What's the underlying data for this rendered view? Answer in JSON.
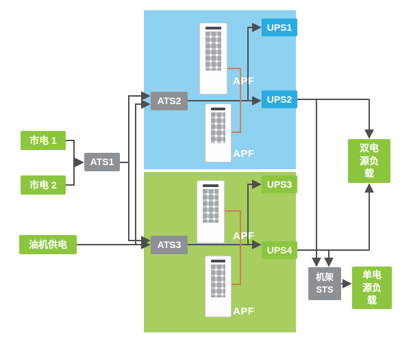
{
  "diagram": {
    "sources": {
      "mains1": "市电 1",
      "mains2": "市电 2",
      "generator": "油机供电"
    },
    "ats": {
      "ats1": "ATS1",
      "ats2": "ATS2",
      "ats3": "ATS3"
    },
    "ups": {
      "ups1": "UPS1",
      "ups2": "UPS2",
      "ups3": "UPS3",
      "ups4": "UPS4"
    },
    "apf_label": "APF",
    "loads": {
      "dual": "双电\n源负\n载",
      "rack_sts": "机架\nSTS",
      "single": "单电\n源负\n载"
    }
  },
  "colors": {
    "zone_blue": "#8ed1f0",
    "zone_green": "#a7ce5f",
    "box_green": "#8cc63f",
    "box_blue": "#29abe2",
    "box_gray": "#8e9193",
    "line": "#4d4e50",
    "apf_tap_line": "#cf7f4e"
  }
}
